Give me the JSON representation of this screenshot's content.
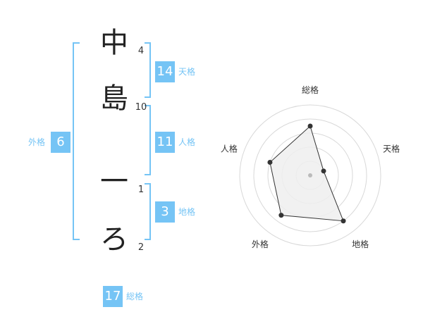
{
  "name": {
    "chars": [
      {
        "char": "中",
        "strokes": "4"
      },
      {
        "char": "島",
        "strokes": "10"
      },
      {
        "char": "一",
        "strokes": "1"
      },
      {
        "char": "ろ",
        "strokes": "2"
      }
    ]
  },
  "kakusu": {
    "tenkaku": {
      "value": "14",
      "label": "天格"
    },
    "jinkaku": {
      "value": "11",
      "label": "人格"
    },
    "chikaku": {
      "value": "3",
      "label": "地格"
    },
    "gaikaku": {
      "value": "6",
      "label": "外格"
    },
    "soukaku": {
      "value": "17",
      "label": "総格"
    }
  },
  "chart_data": {
    "type": "radar",
    "axes": [
      "総格",
      "天格",
      "地格",
      "外格",
      "人格"
    ],
    "values": [
      3.5,
      1.0,
      4.0,
      3.5,
      3.0
    ],
    "max": 5,
    "rings": 5,
    "colors": {
      "accent": "#75c4f5",
      "fill": "#efefef",
      "line": "#333333",
      "grid": "#d8d8d8"
    }
  }
}
